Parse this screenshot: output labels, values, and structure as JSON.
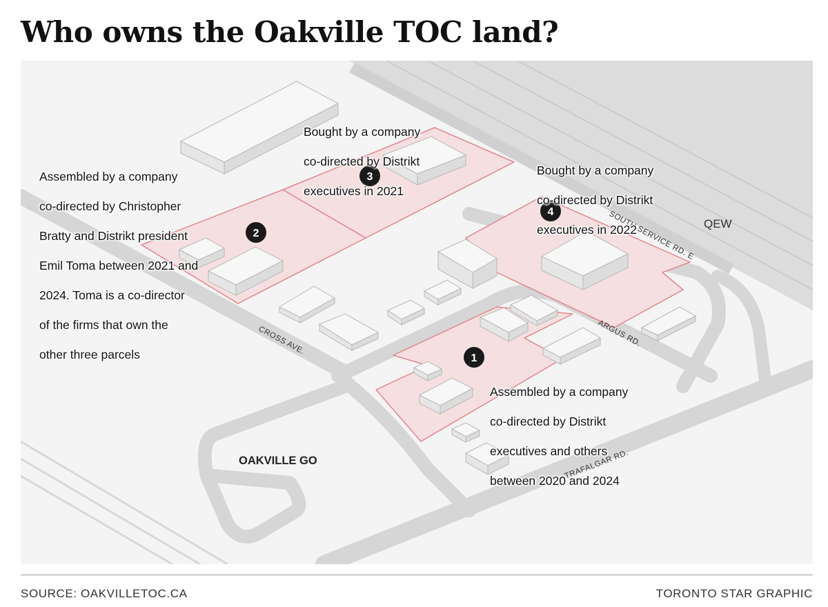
{
  "title": "Who owns the Oakville TOC land?",
  "footer": {
    "source": "SOURCE: OAKVILLETOC.CA",
    "credit": "TORONTO STAR GRAPHIC"
  },
  "parcels": [
    {
      "number": "1",
      "note": "Assembled by a company co-directed by Distrikt executives and others between 2020 and 2024",
      "lines": [
        "Assembled by a company",
        "co-directed by Distrikt",
        "executives and others",
        "between 2020 and 2024"
      ]
    },
    {
      "number": "2",
      "note": "Assembled by a company co-directed by Christopher Bratty and Distrikt president Emil Toma between 2021 and 2024. Toma is a co-director of the firms that own the other three parcels",
      "lines": [
        "Assembled by a company",
        "co-directed by Christopher",
        "Bratty and Distrikt president",
        "Emil Toma between 2021 and",
        "2024. Toma is a co-director",
        "of the firms that own the",
        "other three parcels"
      ]
    },
    {
      "number": "3",
      "note": "Bought by a company co-directed by Distrikt executives in 2021",
      "lines": [
        "Bought by a company",
        "co-directed by Distrikt",
        "executives in 2021"
      ]
    },
    {
      "number": "4",
      "note": "Bought by a company co-directed by Distrikt executives in 2022",
      "lines": [
        "Bought by a company",
        "co-directed by Distrikt",
        "executives in 2022"
      ]
    }
  ],
  "labels": {
    "qew": "QEW",
    "south_service": "SOUTH SERVICE RD. E",
    "argus": "ARGUS RD.",
    "cross": "CROSS AVE.",
    "trafalgar": "TRAFALGAR RD.",
    "station": "OAKVILLE GO"
  },
  "colors": {
    "parcel_fill": "#f5dfe1",
    "parcel_stroke": "#e2868d",
    "road": "#d6d6d6",
    "ground": "#f4f4f4",
    "marker": "#1a1a1a"
  }
}
